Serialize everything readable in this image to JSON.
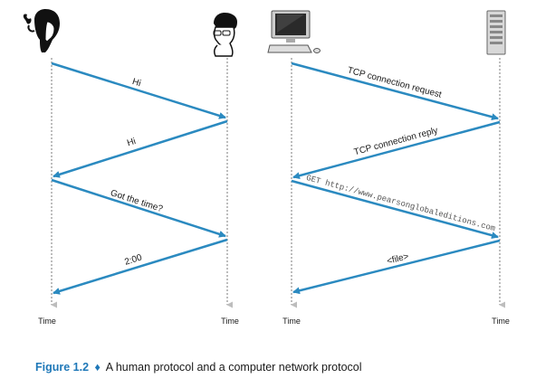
{
  "diagram": {
    "left": {
      "messages": [
        "Hi",
        "Hi",
        "Got the time?",
        "2:00"
      ],
      "time_left": "Time",
      "time_right": "Time"
    },
    "right": {
      "messages": [
        "TCP connection request",
        "TCP connection reply",
        "GET http://www.pearsonglobaleditions.com",
        "<file>"
      ],
      "time_left": "Time",
      "time_right": "Time"
    },
    "arrow_color": "#2b8ac0",
    "timeline_color": "#bdbdbd",
    "icons": [
      "woman-icon",
      "man-icon",
      "computer-icon",
      "server-icon"
    ]
  },
  "caption": {
    "label": "Figure 1.2",
    "separator": "♦",
    "text": "A human protocol and a computer network protocol",
    "accent_color": "#1f78b8"
  }
}
